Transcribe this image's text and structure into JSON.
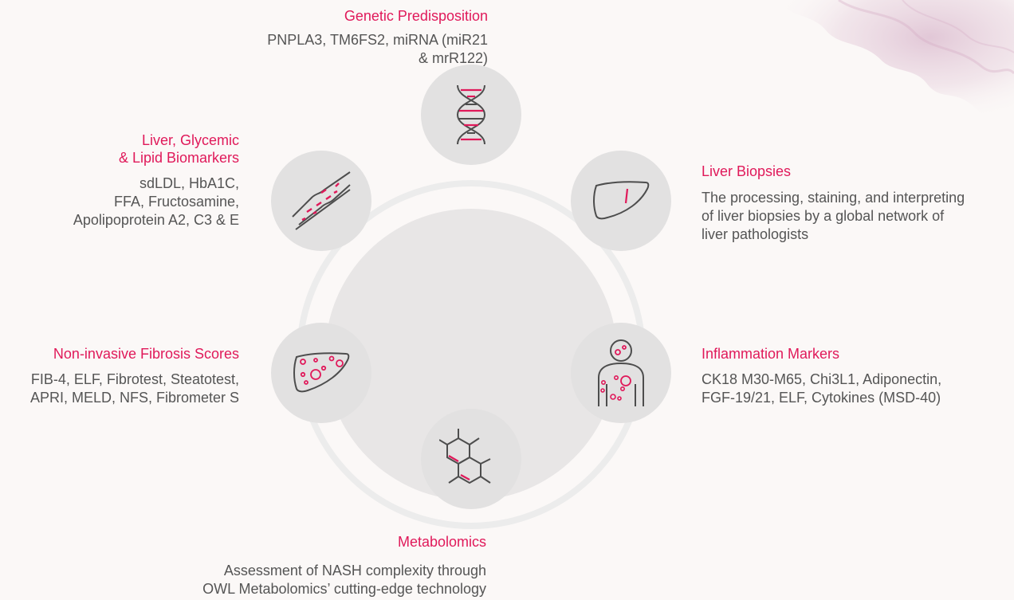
{
  "colors": {
    "accent": "#e0195a",
    "icon_stroke": "#4d4d4d",
    "node_fill": "#e2e1e1",
    "core_fill": "#e8e6e6",
    "ring": "#ececec",
    "background": "#fbf8f7"
  },
  "nodes": {
    "genetic": {
      "title": "Genetic Predisposition",
      "lines": [
        "PNPLA3, TM6FS2, miRNA (miR21 & mrR122)"
      ],
      "icon": "dna-icon"
    },
    "lipid": {
      "title_lines": [
        "Liver, Glycemic",
        "& Lipid Biomarkers"
      ],
      "lines": [
        "sdLDL, HbA1C,",
        "FFA, Fructosamine,",
        "Apolipoprotein A2, C3 & E"
      ],
      "icon": "blood-vessel-icon"
    },
    "biopsy": {
      "title": "Liver Biopsies",
      "lines": [
        "The processing, staining, and interpreting",
        "of liver biopsies by a global network of",
        "liver pathologists"
      ],
      "icon": "liver-icon"
    },
    "fibrosis": {
      "title": "Non-invasive Fibrosis Scores",
      "lines": [
        "FIB-4, ELF, Fibrotest, Steatotest,",
        "APRI, MELD, NFS, Fibrometer S"
      ],
      "icon": "fibrotic-liver-icon"
    },
    "inflammation": {
      "title": "Inflammation Markers",
      "lines": [
        "CK18 M30-M65, Chi3L1, Adiponectin,",
        "FGF-19/21, ELF, Cytokines (MSD-40)"
      ],
      "icon": "inflamed-person-icon"
    },
    "metabolomics": {
      "title": "Metabolomics",
      "lines": [
        "Assessment of NASH complexity through",
        "OWL Metabolomics’ cutting-edge technology"
      ],
      "icon": "molecule-icon"
    }
  }
}
